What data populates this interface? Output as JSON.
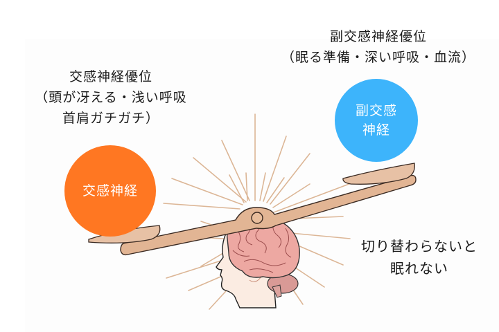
{
  "sympathetic": {
    "title": "交感神経優位",
    "line2": "（頭が冴える・浅い呼吸",
    "line3": "首肩ガチガチ）",
    "circle_label": "交感神経",
    "color": "#ff7722"
  },
  "parasympathetic": {
    "title": "副交感神経優位",
    "line2": "（眠る準備・深い呼吸・血流）",
    "circle_line1": "副交感",
    "circle_line2": "神経",
    "color": "#3db4fb"
  },
  "caption": {
    "line1": "切り替わらないと",
    "line2": "眠れない"
  },
  "illustration": {
    "icons": [
      "balance-scale-icon",
      "brain-head-icon",
      "radiating-rays"
    ],
    "beam_color": "#e2b594",
    "ray_color": "#dcb696",
    "brain_color": "#eba4a0"
  }
}
